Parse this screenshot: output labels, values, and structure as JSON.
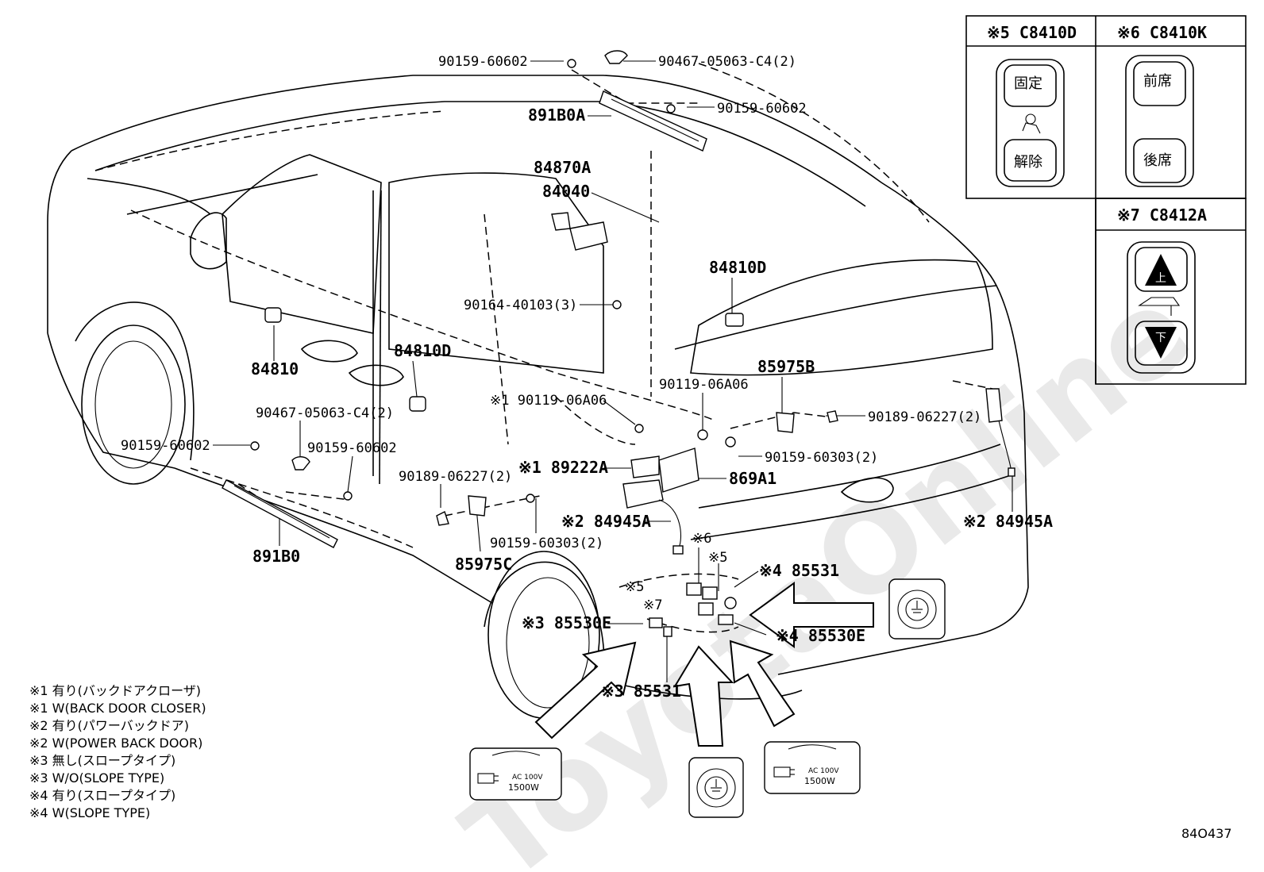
{
  "figure_id": "84O437",
  "watermark": "ToyotaOnline",
  "callouts": {
    "c_90159_60602_top": "90159-60602",
    "c_90467_top": "90467-05063-C4(2)",
    "c_891B0A": "891B0A",
    "c_90159_60602_mid": "90159-60602",
    "c_84870A": "84870A",
    "c_84040": "84040",
    "c_84810D_right": "84810D",
    "c_90164": "90164-40103(3)",
    "c_84810": "84810",
    "c_84810D_left": "84810D",
    "c_85975B": "85975B",
    "c_90119_a": "※1 90119-06A06",
    "c_90119_b": "90119-06A06",
    "c_90189_right": "90189-06227(2)",
    "c_90467_left": "90467-05063-C4(2)",
    "c_90159_left_a": "90159-60602",
    "c_90159_left_b": "90159-60602",
    "c_90159_60303_a": "90159-60303(2)",
    "c_90189_left": "90189-06227(2)",
    "c_89222A": "※1 89222A",
    "c_869A1": "869A1",
    "c_84945A_a": "※2 84945A",
    "c_84945A_b": "※2 84945A",
    "c_90159_60303_b": "90159-60303(2)",
    "c_891B0": "891B0",
    "c_85975C": "85975C",
    "c_mark6": "※6",
    "c_mark5a": "※5",
    "c_mark5b": "※5",
    "c_mark7": "※7",
    "c_85531_a": "※4 85531",
    "c_85530E_a": "※3 85530E",
    "c_85530E_b": "※4 85530E",
    "c_85531_b": "※3 85531"
  },
  "switch_panels": [
    {
      "id": "※5 C8410D",
      "top_button": "固定",
      "bottom_button": "解除"
    },
    {
      "id": "※6 C8410K",
      "top_button": "前席",
      "bottom_button": "後席"
    },
    {
      "id": "※7 C8412A",
      "top_button": "上",
      "bottom_button": "下"
    }
  ],
  "outlet_label": {
    "voltage": "AC 100V",
    "power": "1500W"
  },
  "footnotes": [
    "※1 有り(バックドアクローザ)",
    "※1 W(BACK DOOR CLOSER)",
    "※2 有り(パワーバックドア)",
    "※2 W(POWER BACK DOOR)",
    "※3 無し(スロープタイプ)",
    "※3 W/O(SLOPE TYPE)",
    "※4 有り(スロープタイプ)",
    "※4 W(SLOPE TYPE)"
  ]
}
